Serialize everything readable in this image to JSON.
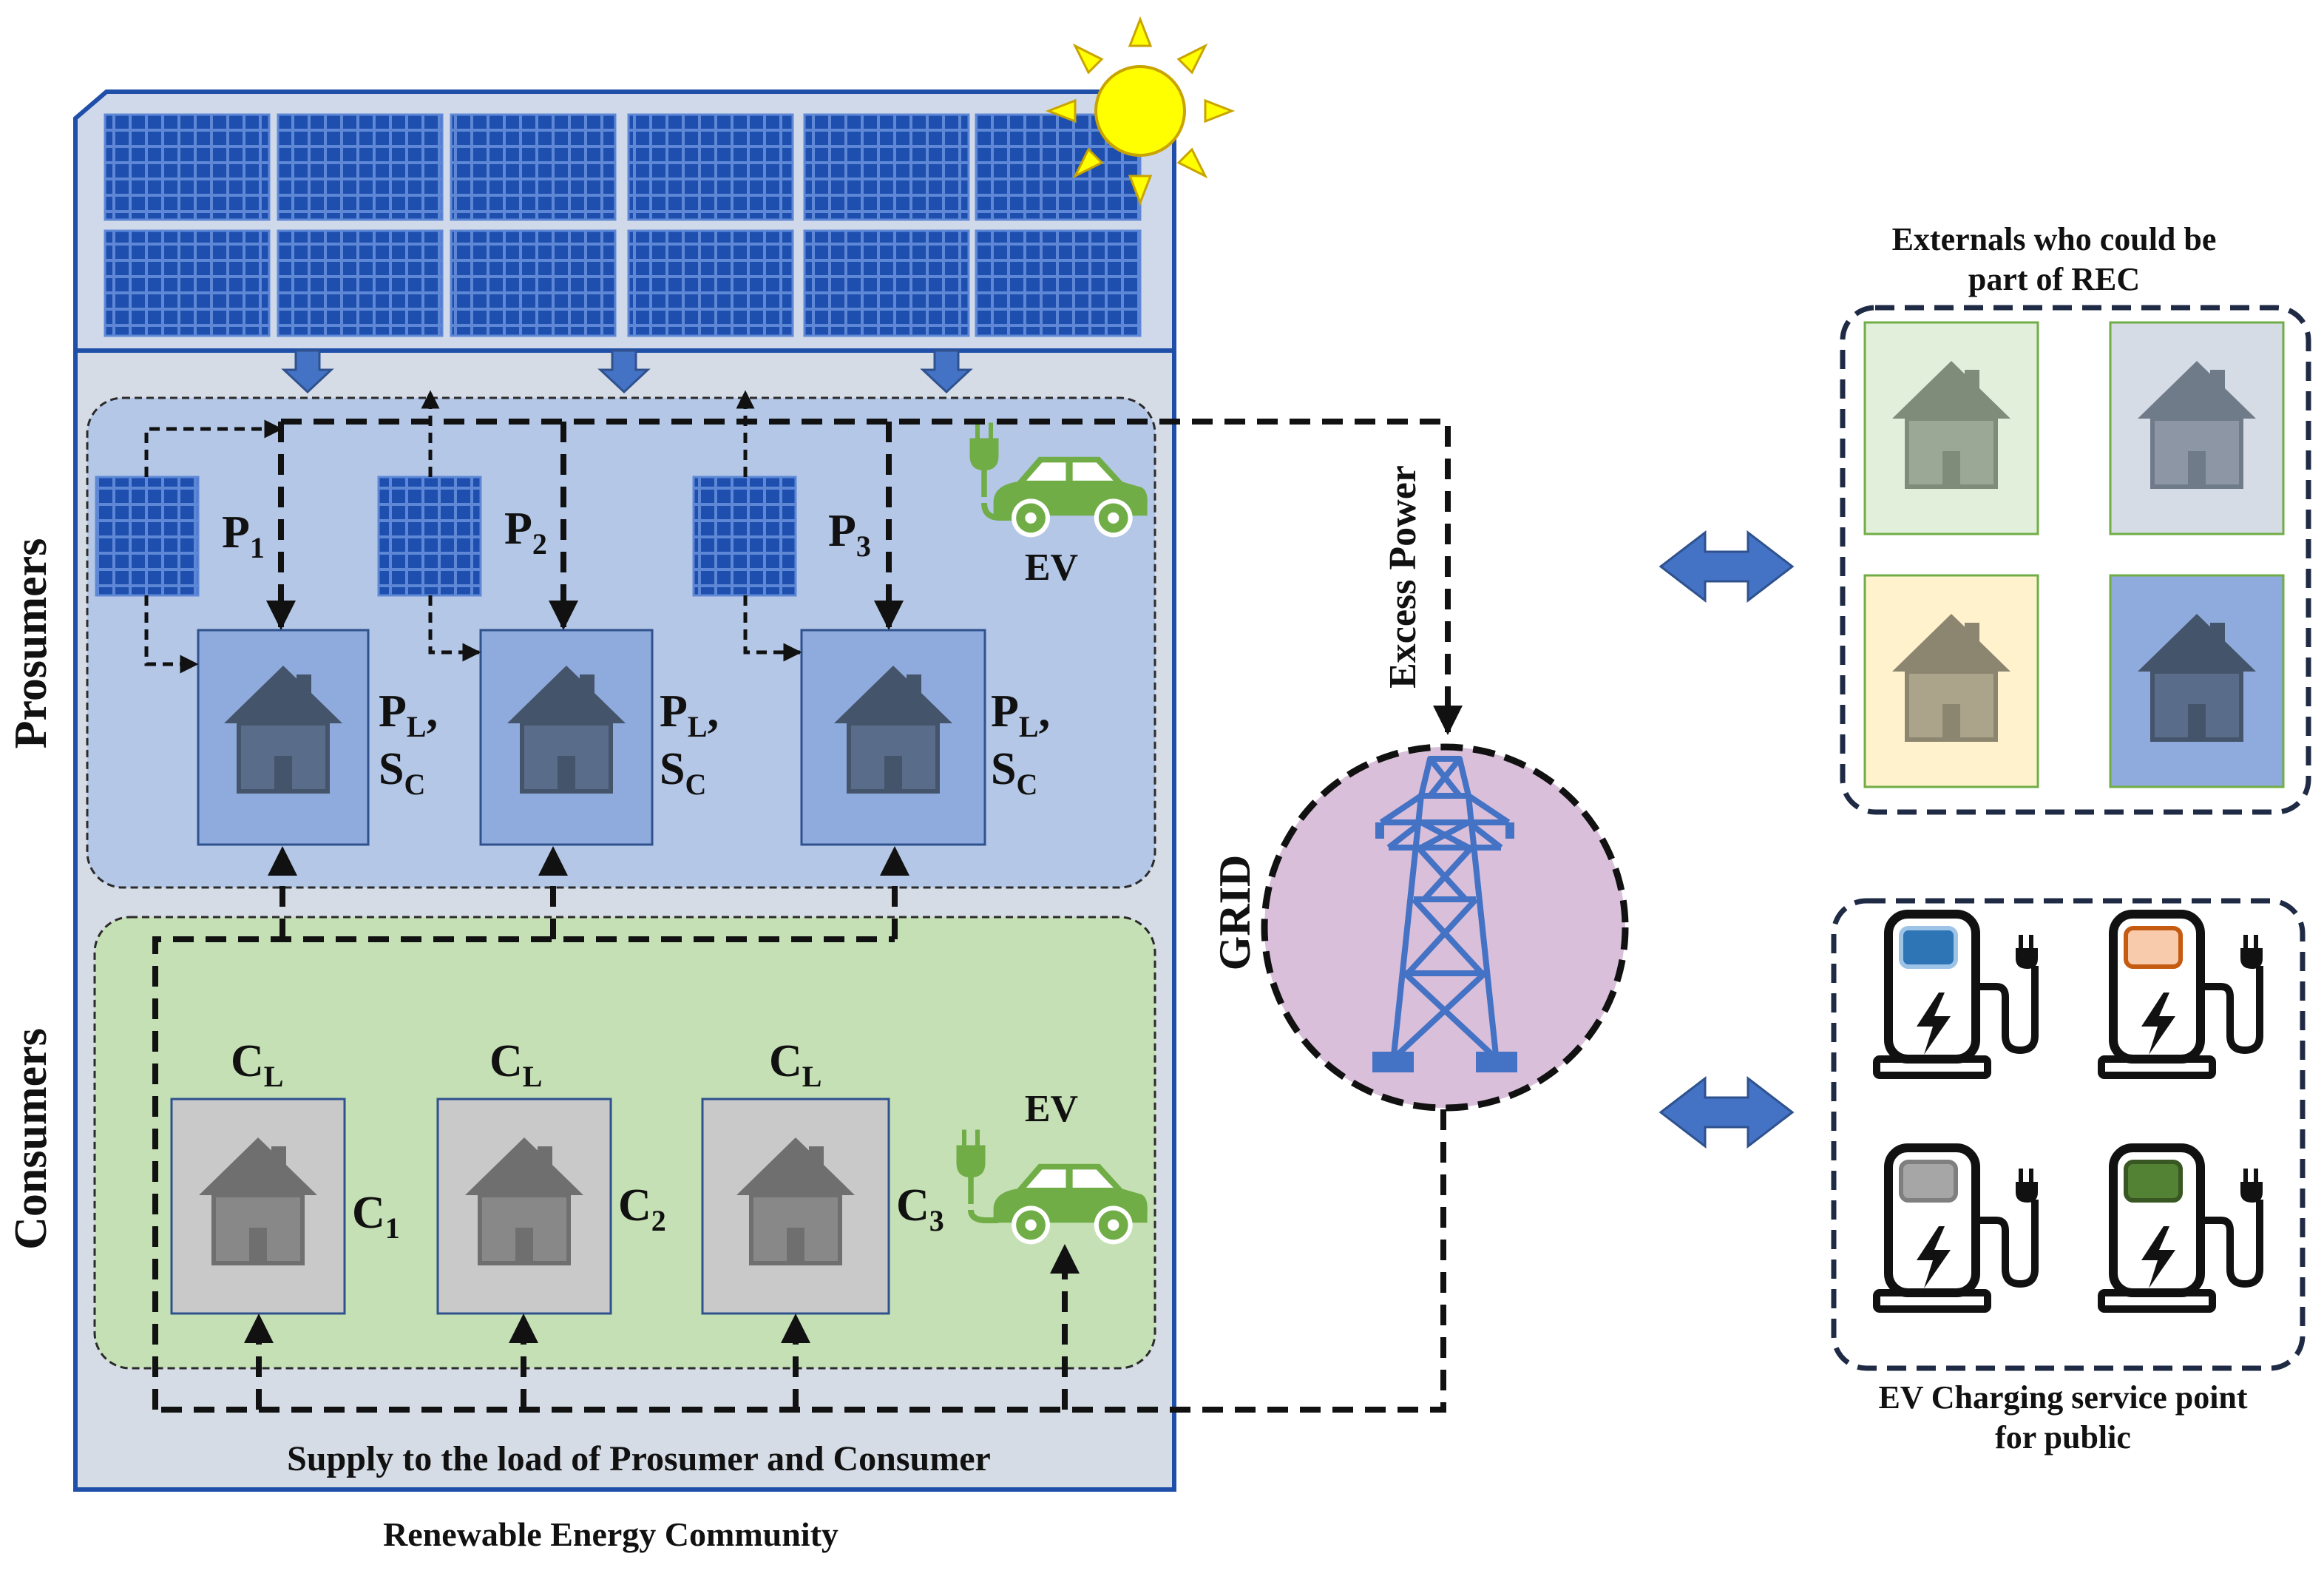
{
  "community": {
    "title": "Renewable Energy Community",
    "supply_label": "Supply to the load of Prosumer  and Consumer"
  },
  "prosumers": {
    "section_label": "Prosumers",
    "units": [
      {
        "label_main": "P",
        "label_sub": "1",
        "load_label_1": "P",
        "load_sub_1": "L",
        "load_suffix_1": ",",
        "load_label_2": "S",
        "load_sub_2": "C"
      },
      {
        "label_main": "P",
        "label_sub": "2",
        "load_label_1": "P",
        "load_sub_1": "L",
        "load_suffix_1": ",",
        "load_label_2": "S",
        "load_sub_2": "C"
      },
      {
        "label_main": "P",
        "label_sub": "3",
        "load_label_1": "P",
        "load_sub_1": "L",
        "load_suffix_1": ",",
        "load_label_2": "S",
        "load_sub_2": "C"
      }
    ],
    "ev_label": "EV"
  },
  "consumers": {
    "section_label": "Consumers",
    "units": [
      {
        "load_main": "C",
        "load_sub": "L",
        "label_main": "C",
        "label_sub": "1"
      },
      {
        "load_main": "C",
        "load_sub": "L",
        "label_main": "C",
        "label_sub": "2"
      },
      {
        "load_main": "C",
        "load_sub": "L",
        "label_main": "C",
        "label_sub": "3"
      }
    ],
    "ev_label": "EV"
  },
  "grid": {
    "label": "GRID",
    "excess_label": "Excess Power"
  },
  "externals": {
    "title_line1": "Externals who could be",
    "title_line2": "part of REC"
  },
  "ev_service": {
    "title_line1": "EV Charging service point",
    "title_line2": "for public"
  },
  "colors": {
    "panel": "#1F4FA8",
    "community_bg": "#D6DCE5",
    "prosumer_bg": "#B4C7E7",
    "consumer_bg": "#C5E0B4",
    "grid_bg": "#D9BFD9",
    "tower": "#4472C4",
    "ev_green": "#70AD47",
    "arrow_blue": "#4472C4",
    "sun": "#FFFF00"
  }
}
